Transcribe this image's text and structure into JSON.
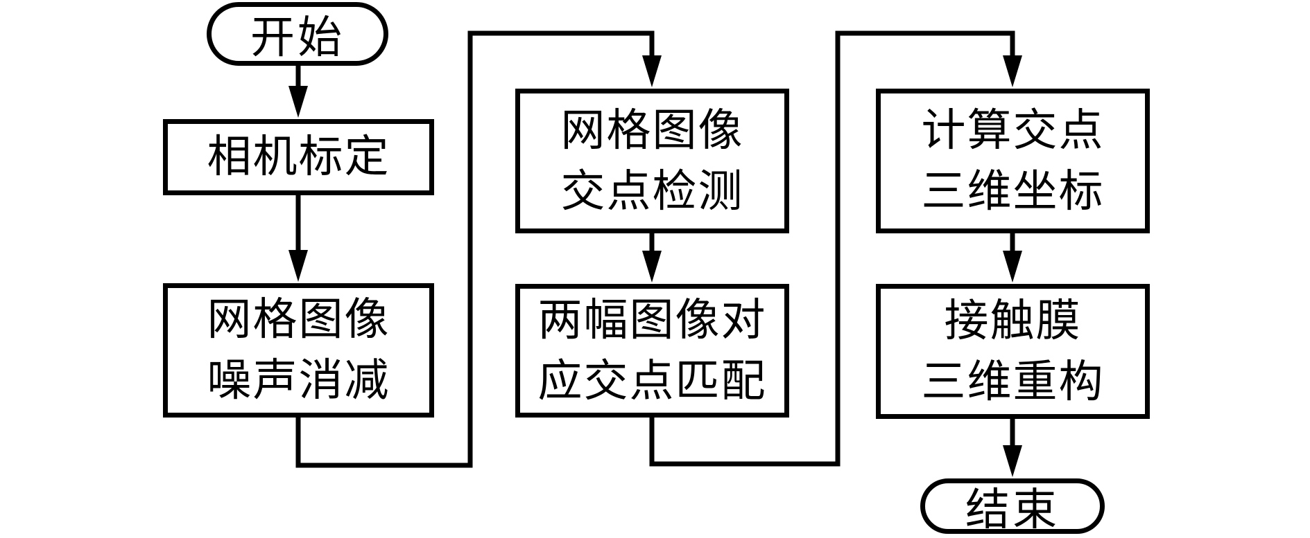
{
  "colors": {
    "stroke": "#000000",
    "background": "#ffffff",
    "text": "#000000"
  },
  "nodes": [
    {
      "id": "start",
      "type": "terminal",
      "label": "开始"
    },
    {
      "id": "camera-calibration",
      "type": "process",
      "lines": [
        "相机标定"
      ]
    },
    {
      "id": "grid-image-noise-reduction",
      "type": "process",
      "lines": [
        "网格图像",
        "噪声消减"
      ]
    },
    {
      "id": "grid-image-intersection-detection",
      "type": "process",
      "lines": [
        "网格图像",
        "交点检测"
      ]
    },
    {
      "id": "two-image-intersection-matching",
      "type": "process",
      "lines": [
        "两幅图像对",
        "应交点匹配"
      ]
    },
    {
      "id": "compute-intersection-3d-coordinates",
      "type": "process",
      "lines": [
        "计算交点",
        "三维坐标"
      ]
    },
    {
      "id": "contact-membrane-3d-reconstruction",
      "type": "process",
      "lines": [
        "接触膜",
        "三维重构"
      ]
    },
    {
      "id": "end",
      "type": "terminal",
      "label": "结束"
    }
  ],
  "edges": [
    {
      "from": "start",
      "to": "camera-calibration"
    },
    {
      "from": "camera-calibration",
      "to": "grid-image-noise-reduction"
    },
    {
      "from": "grid-image-noise-reduction",
      "to": "grid-image-intersection-detection"
    },
    {
      "from": "grid-image-intersection-detection",
      "to": "two-image-intersection-matching"
    },
    {
      "from": "two-image-intersection-matching",
      "to": "compute-intersection-3d-coordinates"
    },
    {
      "from": "compute-intersection-3d-coordinates",
      "to": "contact-membrane-3d-reconstruction"
    },
    {
      "from": "contact-membrane-3d-reconstruction",
      "to": "end"
    }
  ]
}
